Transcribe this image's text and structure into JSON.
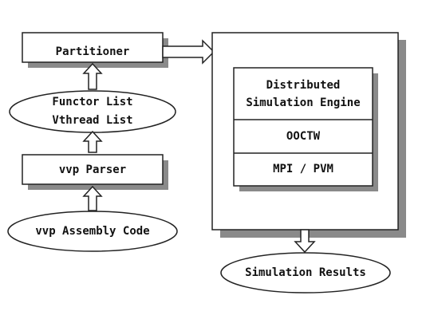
{
  "nodes": {
    "partitioner": "Partitioner",
    "functor_list": "Functor List",
    "vthread_list": "Vthread List",
    "vvp_parser": "vvp Parser",
    "vvp_assembly_code": "vvp Assembly Code",
    "engine_line1": "Distributed",
    "engine_line2": "Simulation Engine",
    "ooctw": "OOCTW",
    "mpi_pvm": "MPI / PVM",
    "simulation_results": "Simulation Results"
  },
  "colors": {
    "stroke": "#222222",
    "shadow": "#8a8a8a",
    "fill": "#ffffff"
  },
  "icons": [
    "hollow-arrow-up-icon",
    "hollow-arrow-right-icon",
    "hollow-arrow-down-icon"
  ]
}
